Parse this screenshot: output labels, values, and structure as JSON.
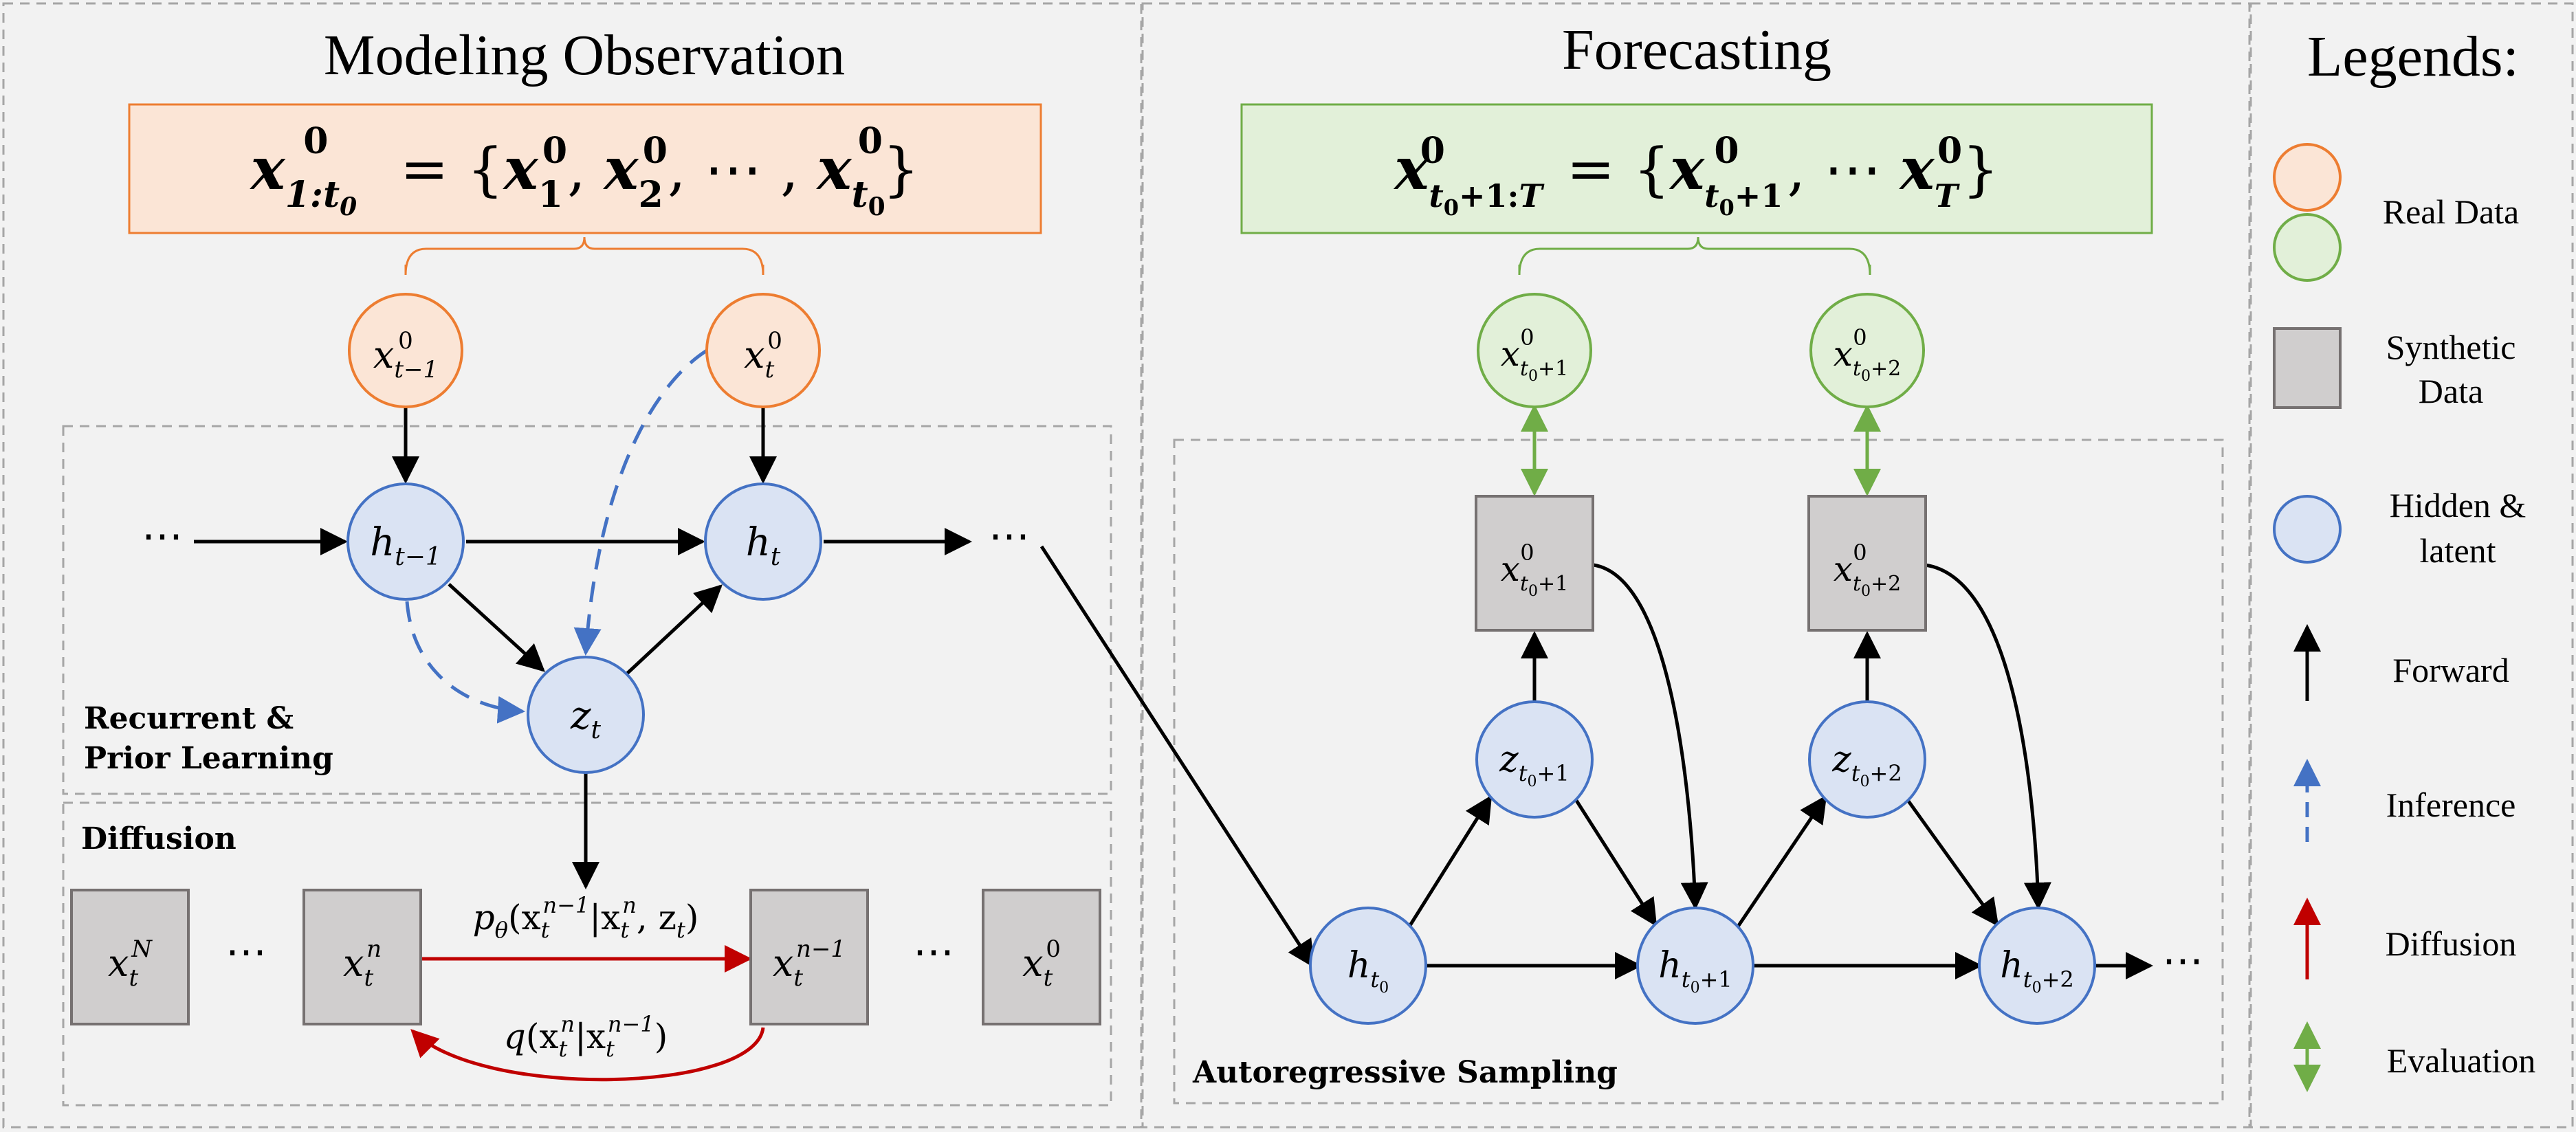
{
  "sections": {
    "modeling_title": "Modeling Observation",
    "forecasting_title": "Forecasting",
    "legends_title": "Legends:"
  },
  "observation_equation": "x¹:t₀⁰ = {x₁⁰, x₂⁰, ⋯, xt₀⁰}",
  "forecast_equation": "xt₀+1:T⁰ = {xt₀+1⁰, ⋯ xT⁰}",
  "boxes": {
    "recurrent_label_1": "Recurrent &",
    "recurrent_label_2": "Prior Learning",
    "diffusion_label": "Diffusion",
    "autoregressive_label": "Autoregressive Sampling"
  },
  "edge_labels": {
    "p_theta": "pθ(xtn−1|xtn, zt)",
    "q": "q(xtn|xtn−1)"
  },
  "ellipsis": "⋯",
  "legend": {
    "real_data": "Real Data",
    "synthetic_1": "Synthetic",
    "synthetic_2": "Data",
    "hidden_1": "Hidden &",
    "hidden_2": "latent",
    "forward": "Forward",
    "inference": "Inference",
    "diffusion": "Diffusion",
    "evaluation": "Evaluation"
  },
  "colors": {
    "orange_stroke": "#ED7D31",
    "orange_fill": "#FBE5D6",
    "green_stroke": "#70AD47",
    "green_fill": "#E2F0D9",
    "blue_stroke": "#4472C4",
    "blue_fill": "#DAE3F3",
    "gray_fill": "#D0CECE",
    "gray_stroke": "#767171",
    "red": "#C00000"
  }
}
